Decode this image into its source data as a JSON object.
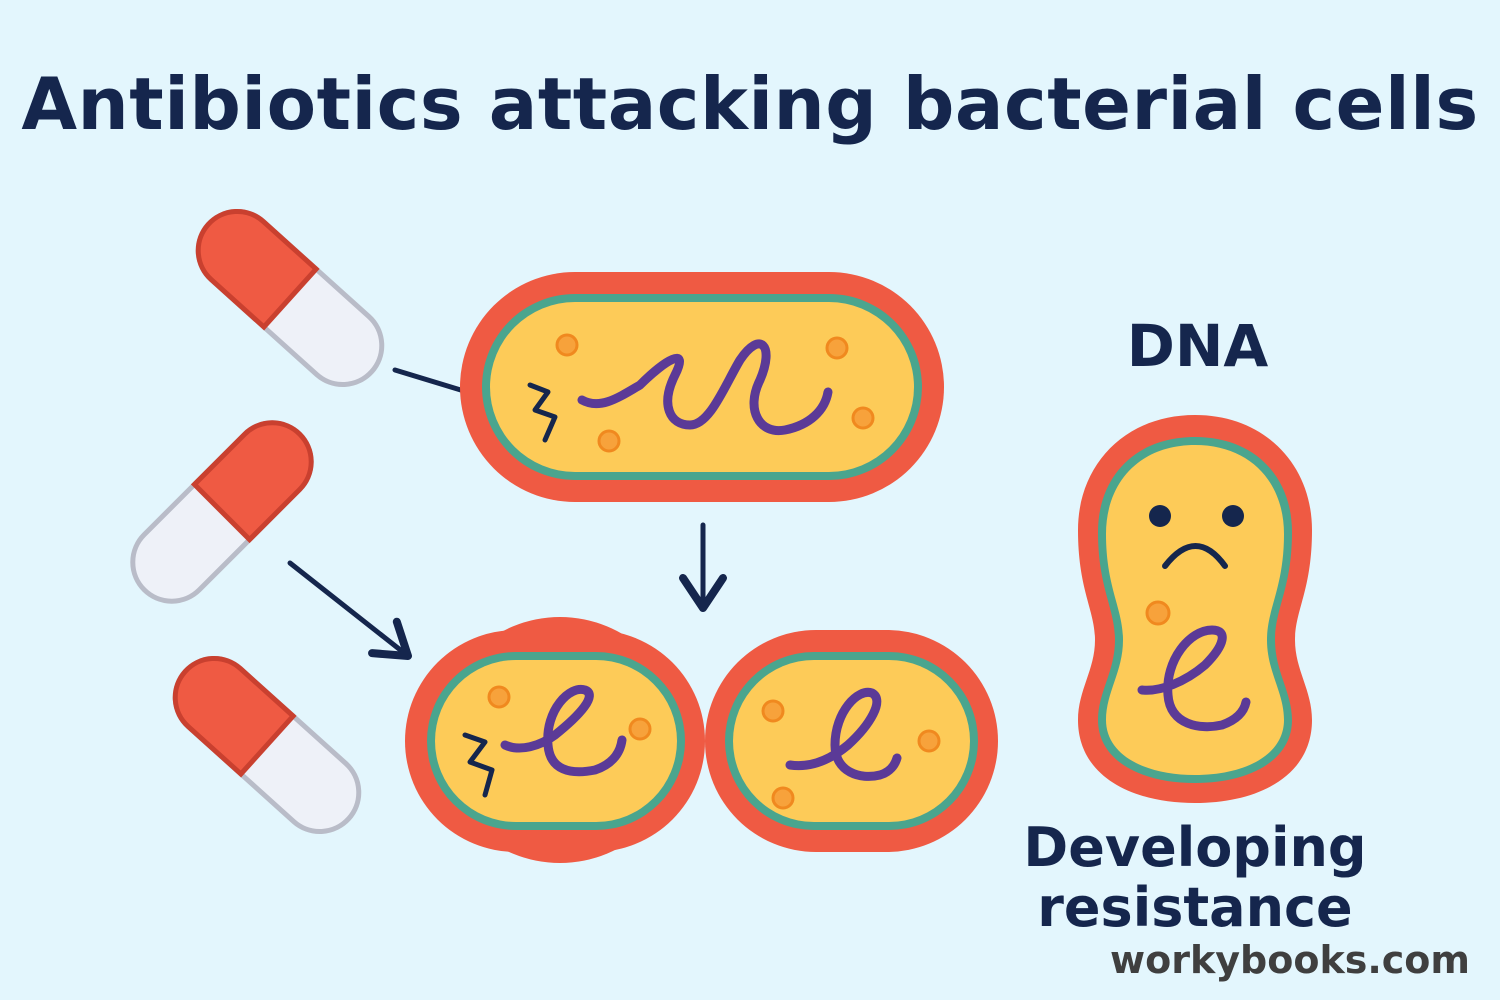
{
  "title": "Antibiotics attacking bacterial cells",
  "labels": {
    "dna": "DNA",
    "resistance_line1": "Developing",
    "resistance_line2": "resistance"
  },
  "watermark": "workybooks.com",
  "colors": {
    "background": "#e3f6fd",
    "text": "#15264d",
    "cell_wall": "#ef5a43",
    "cell_membrane": "#4aa58e",
    "cytoplasm": "#fdcb58",
    "ribosome": "#f7a23b",
    "dna_strand": "#5b3a97",
    "capsule_red": "#ef5a43",
    "capsule_white": "#eef1f8",
    "arrow": "#15264d"
  }
}
